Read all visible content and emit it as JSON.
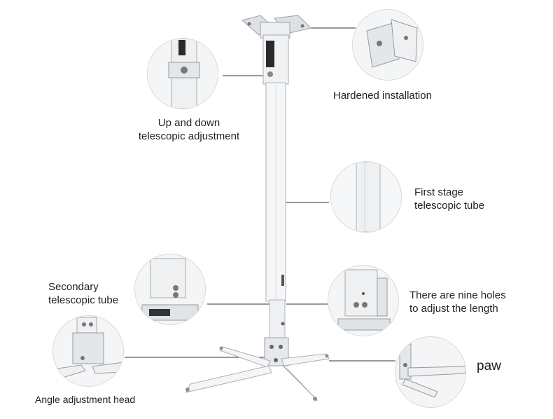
{
  "labels": {
    "up_down_line1": "Up and down",
    "up_down_line2": "telescopic adjustment",
    "hardened": "Hardened installation",
    "first_stage_line1": "First stage",
    "first_stage_line2": "telescopic tube",
    "secondary_line1": "Secondary",
    "secondary_line2": "telescopic tube",
    "nine_holes_line1": "There are nine holes",
    "nine_holes_line2": "to adjust the length",
    "paw": "paw",
    "angle_head": "Angle adjustment head"
  }
}
